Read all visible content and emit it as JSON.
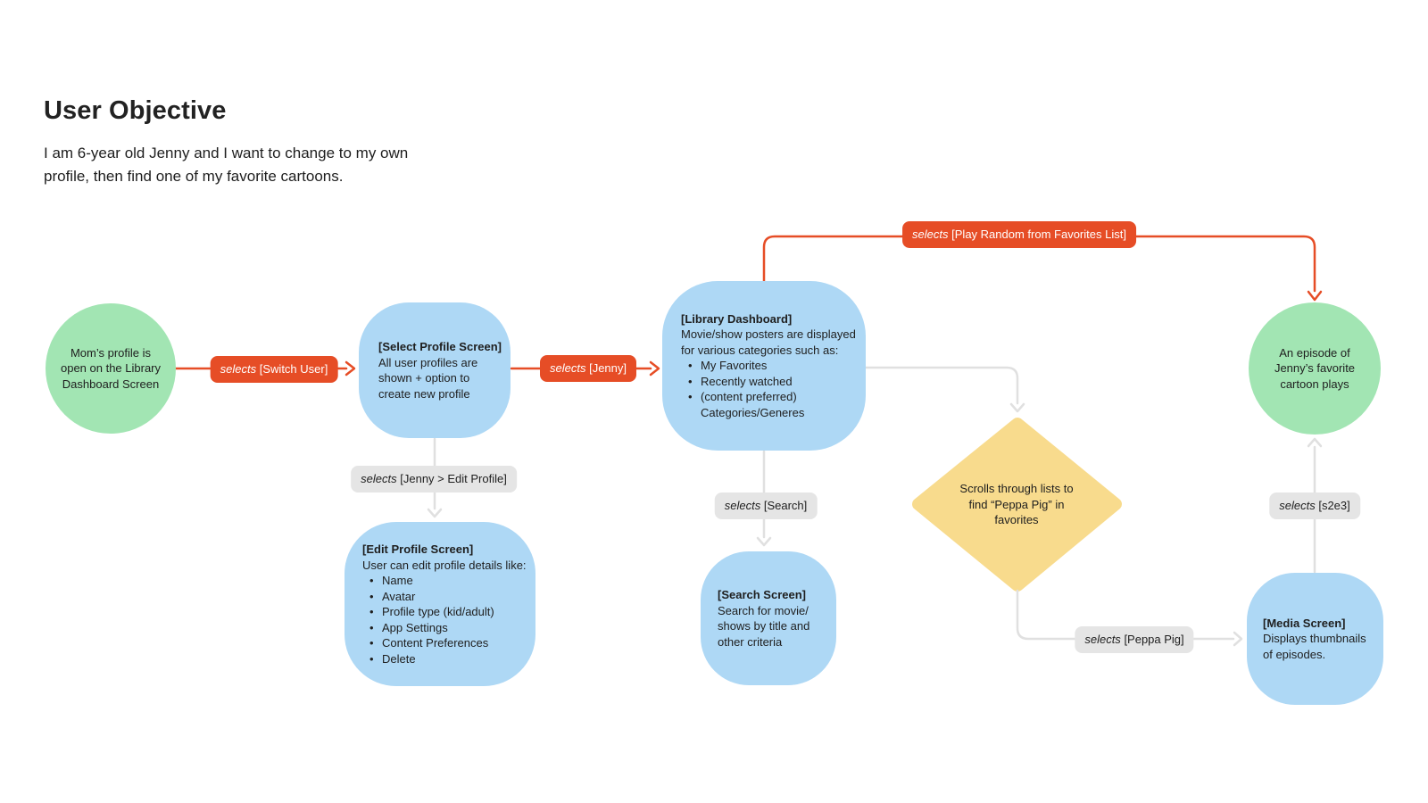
{
  "page": {
    "title": "User Objective",
    "subtitle": "I am 6-year old Jenny and I want to change to my own profile, then find one of my favorite cartoons."
  },
  "colors": {
    "node_blue": "#aed8f5",
    "node_green": "#a2e5b3",
    "diamond_yellow": "#f8db8d",
    "connector_orange": "#e64d26",
    "connector_gray": "#e0e0e0",
    "label_gray_bg": "#e5e5e5",
    "text": "#1e1e1e"
  },
  "glyphs": {
    "bullet": "•"
  },
  "nodes": {
    "start": {
      "text": "Mom’s profile is open on the Library Dashboard Screen"
    },
    "select_profile": {
      "title": "[Select Profile Screen]",
      "lines": [
        "All user profiles are",
        "shown + option to",
        "create new profile"
      ]
    },
    "library_dashboard": {
      "title": "[Library Dashboard]",
      "lines": [
        "Movie/show posters are displayed",
        "for various categories such as:"
      ],
      "bullets": [
        "My Favorites",
        "Recently watched",
        "(content preferred) Categories/Generes"
      ]
    },
    "edit_profile": {
      "title": "[Edit Profile Screen]",
      "lines": [
        "User can edit profile details like:"
      ],
      "bullets": [
        "Name",
        "Avatar",
        "Profile type (kid/adult)",
        "App Settings",
        "Content Preferences",
        "Delete"
      ]
    },
    "search": {
      "title": "[Search Screen]",
      "lines": [
        "Search for movie/",
        "shows by title and",
        "other criteria"
      ]
    },
    "media": {
      "title": "[Media Screen]",
      "lines": [
        "Displays thumbnails",
        "of episodes."
      ]
    },
    "decision": {
      "text": "Scrolls through lists to find “Peppa Pig” in favorites"
    },
    "end": {
      "text": "An episode of Jenny’s favorite cartoon plays"
    }
  },
  "edge_labels": {
    "switch_user": {
      "verb": "selects",
      "target": "[Switch User]"
    },
    "jenny": {
      "verb": "selects",
      "target": "[Jenny]"
    },
    "play_random": {
      "verb": "selects",
      "target": "[Play Random from Favorites List]"
    },
    "edit_profile": {
      "verb": "selects",
      "target": "[Jenny > Edit Profile]"
    },
    "search": {
      "verb": "selects",
      "target": "[Search]"
    },
    "peppa_pig": {
      "verb": "selects",
      "target": "[Peppa Pig]"
    },
    "s2e3": {
      "verb": "selects",
      "target": "[s2e3]"
    }
  }
}
